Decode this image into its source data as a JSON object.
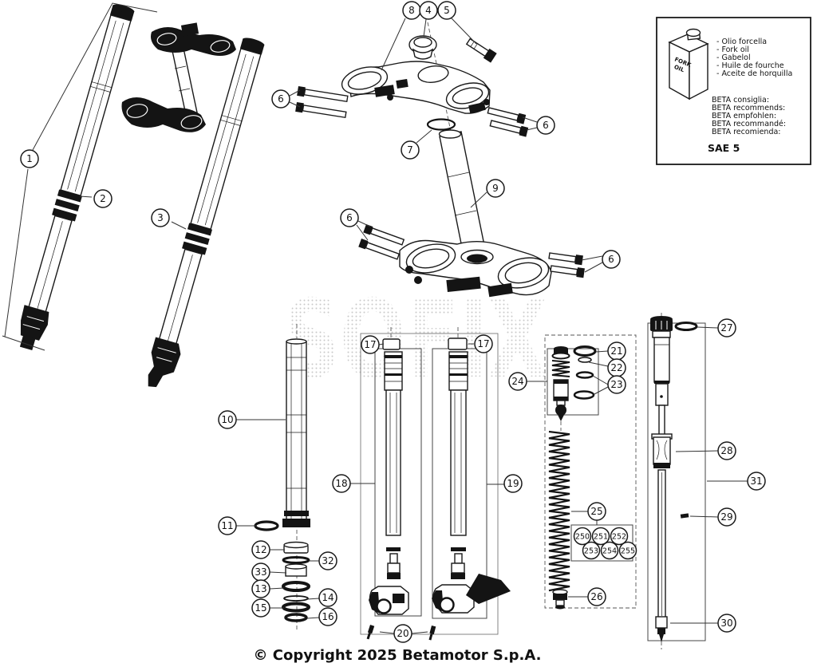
{
  "watermark": {
    "text": "SOFIX"
  },
  "info_box": {
    "bottle_label_line1": "FORK",
    "bottle_label_line2": "OIL",
    "oil_names": [
      "- Olio forcella",
      "- Fork oil",
      "- Gabelol",
      "- Huile de fourche",
      "- Aceite de horquilla"
    ],
    "recommendations": [
      "BETA consiglia:",
      "BETA recommends:",
      "BETA empfohlen:",
      "BETA recommandé:",
      "BETA recomienda:"
    ],
    "oil_grade": "SAE 5"
  },
  "footer": {
    "copyright": "© Copyright 2025 Betamotor S.p.A."
  },
  "callouts": {
    "1": "1",
    "2": "2",
    "3": "3",
    "4": "4",
    "5": "5",
    "6": "6",
    "7": "7",
    "8": "8",
    "9": "9",
    "10": "10",
    "11": "11",
    "12": "12",
    "13": "13",
    "14": "14",
    "15": "15",
    "16": "16",
    "17": "17",
    "18": "18",
    "19": "19",
    "20": "20",
    "21": "21",
    "22": "22",
    "23": "23",
    "24": "24",
    "25": "25",
    "26": "26",
    "27": "27",
    "28": "28",
    "29": "29",
    "30": "30",
    "31": "31",
    "32": "32",
    "33": "33",
    "250": "250",
    "251": "251",
    "252": "252",
    "253": "253",
    "254": "254",
    "255": "255"
  }
}
